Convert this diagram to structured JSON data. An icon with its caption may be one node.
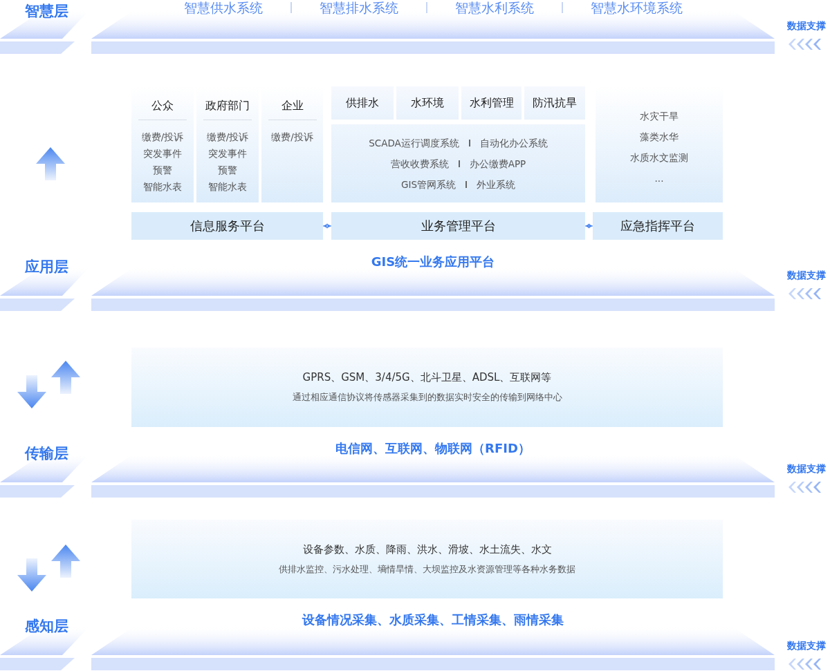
{
  "diagram": {
    "nodes": [
      {
        "text": [
          "智慧层"
        ]
      },
      {
        "text": [
          "智慧供水系统",
          "智慧排水系统",
          "智慧水利系统",
          "智慧水环境系统"
        ]
      },
      {
        "text": [
          "公众",
          "缴费/投诉",
          "突发事件",
          "预警",
          "智能水表"
        ]
      },
      {
        "text": [
          "政府部门",
          "缴费/投诉",
          "突发事件",
          "预警",
          "智能水表"
        ]
      },
      {
        "text": [
          "企业",
          "缴费/投诉"
        ]
      },
      {
        "text": [
          "供排水"
        ]
      },
      {
        "text": [
          "水环境"
        ]
      },
      {
        "text": [
          "水利管理"
        ]
      },
      {
        "text": [
          "防汛抗旱"
        ]
      },
      {
        "text": [
          "SCADA运行调度系统",
          "自动化办公系统",
          "营收收费系统",
          "办公缴费APP",
          "GIS管网系统",
          "外业系统"
        ]
      },
      {
        "text": [
          "水灾干旱",
          "藻类水华",
          "水质水文监测",
          "..."
        ]
      },
      {
        "text": [
          "信息服务平台"
        ]
      },
      {
        "text": [
          "业务管理平台"
        ]
      },
      {
        "text": [
          "应急指挥平台"
        ]
      },
      {
        "text": [
          "应用层"
        ]
      },
      {
        "text": [
          "GIS统一业务应用平台"
        ]
      },
      {
        "text": [
          "GPRS、GSM、3/4/5G、北斗卫星、ADSL、互联网等",
          "通过相应通信协议将传感器采集到的数据实时安全的传输到网络中心"
        ]
      },
      {
        "text": [
          "传输层"
        ]
      },
      {
        "text": [
          "电信网、互联网、物联网（RFID）"
        ]
      },
      {
        "text": [
          "设备参数、水质、降雨、洪水、滑坡、水土流失、水文",
          "供排水监控、污水处理、墒情旱情、大坝监控及水资源管理等各种水务数据"
        ]
      },
      {
        "text": [
          "感知层"
        ]
      },
      {
        "text": [
          "设备情况采集、水质采集、工情采集、雨情采集"
        ]
      }
    ],
    "edges": [
      {
        "from": 11,
        "to": 12,
        "arrow": "both"
      },
      {
        "from": 12,
        "to": 13,
        "arrow": "both"
      }
    ],
    "labels": [
      "数据支撑",
      "数据支撑",
      "数据支撑",
      "数据支撑"
    ]
  }
}
